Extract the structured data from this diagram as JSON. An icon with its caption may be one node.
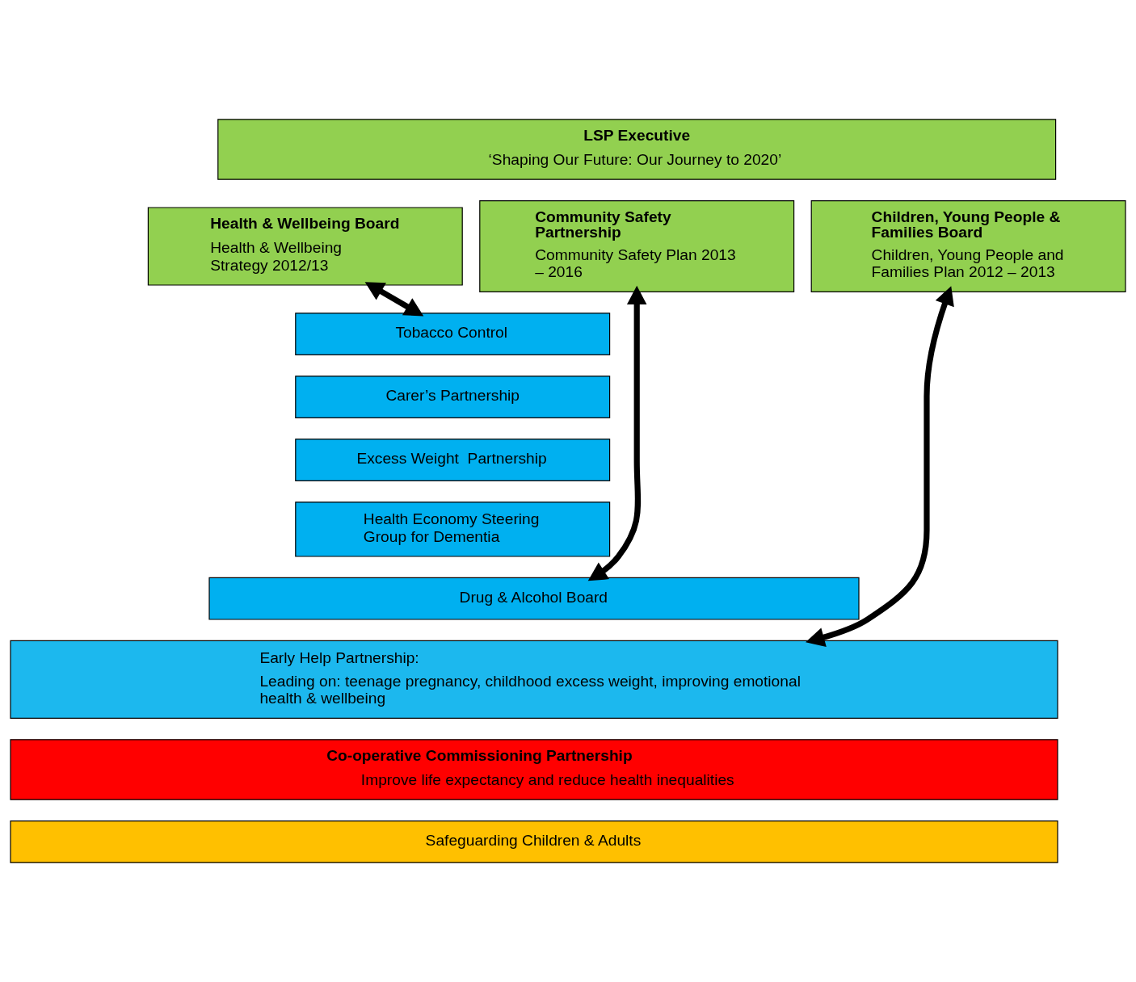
{
  "diagram": {
    "nodes": [
      {
        "text": [
          "LSP Executive",
          "‘Shaping Our Future: Our Journey to 2020’"
        ]
      },
      {
        "text": [
          "Health & Wellbeing Board",
          "Health & Wellbeing Strategy 2012/13"
        ]
      },
      {
        "text": [
          "Community Safety Partnership",
          "Community Safety Plan 2013 – 2016"
        ]
      },
      {
        "text": [
          "Children, Young People & Families Board",
          "Children, Young People and Families Plan 2012 – 2013"
        ]
      },
      {
        "text": [
          "Tobacco Control"
        ]
      },
      {
        "text": [
          "Carer’s Partnership"
        ]
      },
      {
        "text": [
          "Excess Weight  Partnership"
        ]
      },
      {
        "text": [
          "Health Economy Steering Group for Dementia"
        ]
      },
      {
        "text": [
          "Drug & Alcohol Board"
        ]
      },
      {
        "text": [
          "Early Help Partnership:",
          "Leading on: teenage pregnancy, childhood excess weight, improving emotional health & wellbeing"
        ]
      },
      {
        "text": [
          "Co-operative Commissioning Partnership",
          "Improve life expectancy and reduce health inequalities"
        ]
      },
      {
        "text": [
          "Safeguarding Children & Adults"
        ]
      }
    ],
    "edges": [
      {
        "from": 1,
        "to": 4,
        "arrow": "both"
      },
      {
        "from": 2,
        "to": 8,
        "arrow": "both"
      },
      {
        "from": 3,
        "to": 9,
        "arrow": "both"
      }
    ]
  }
}
